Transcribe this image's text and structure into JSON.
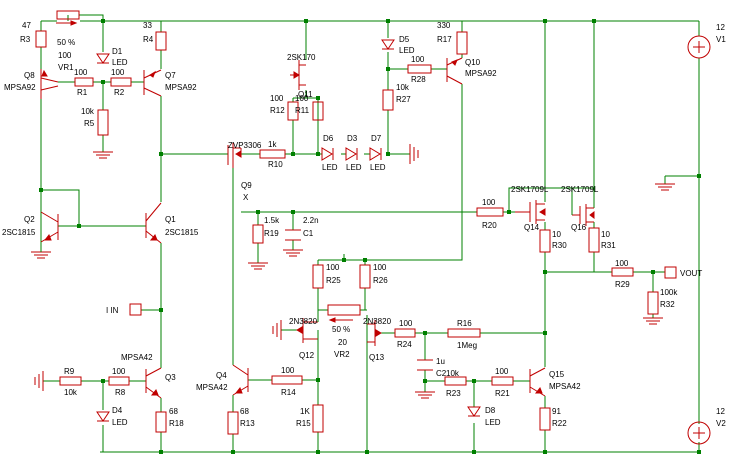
{
  "labels": {
    "r3v": "47",
    "r3": "R3",
    "vr1pct": "50 %",
    "vr1v": "100",
    "vr1": "VR1",
    "d1": "D1",
    "d1t": "LED",
    "r4v": "33",
    "r4": "R4",
    "q8": "Q8",
    "q8t": "MPSA92",
    "r1v": "100",
    "r1": "R1",
    "r2v": "100",
    "r2": "R2",
    "q7": "Q7",
    "q7t": "MPSA92",
    "r5v": "10k",
    "r5": "R5",
    "jfet": "2SK170",
    "q11": "Q11",
    "r12v": "100",
    "r12": "R12",
    "r11v": "100",
    "r11": "R11",
    "d5": "D5",
    "d5t": "LED",
    "r17v": "330",
    "r17": "R17",
    "q10": "Q10",
    "q10t": "MPSA92",
    "r28v": "100",
    "r28": "R28",
    "r27v": "10k",
    "r27": "R27",
    "d6": "D6",
    "d3": "D3",
    "d7": "D7",
    "led6": "LED",
    "led3": "LED",
    "led7": "LED",
    "zvp": "ZVP3306",
    "r10v": "1k",
    "r10": "R10",
    "q9": "Q9",
    "q9x": "X",
    "q2": "Q2",
    "q2t": "2SC1815",
    "q1": "Q1",
    "q1t": "2SC1815",
    "r19v": "1.5k",
    "r19": "R19",
    "c1v": "2.2n",
    "c1": "C1",
    "r20v": "100",
    "r20": "R20",
    "q14t": "2SK1709L",
    "q14": "Q14",
    "q16t": "2SK1709L",
    "q16": "Q16",
    "r30v": "10",
    "r30": "R30",
    "r31v": "10",
    "r31": "R31",
    "r29v": "100",
    "r29": "R29",
    "vout": "VOUT",
    "r32v": "100k",
    "r32": "R32",
    "r25v": "100",
    "r25": "R25",
    "r26v": "100",
    "r26": "R26",
    "iin": "I IN",
    "q12t": "2N3820",
    "q12": "Q12",
    "vr2pct": "50 %",
    "vr2v": "20",
    "vr2": "VR2",
    "q13t": "2N3820",
    "q13": "Q13",
    "r24v": "100",
    "r24": "R24",
    "r16v": "R16",
    "r16": "1Meg",
    "c2v": "1u",
    "c2": "C2",
    "r23v": "10k",
    "r23": "R23",
    "r21v": "100",
    "r21": "R21",
    "q15": "Q15",
    "q15t": "MPSA42",
    "r22v": "91",
    "r22": "R22",
    "d8": "D8",
    "d8t": "LED",
    "r9": "R9",
    "r9v": "10k",
    "r8v": "100",
    "r8": "R8",
    "q3t": "MPSA42",
    "q3": "Q3",
    "d4": "D4",
    "d4t": "LED",
    "r18v": "68",
    "r18": "R18",
    "q4": "Q4",
    "q4t": "MPSA42",
    "r14v": "100",
    "r14": "R14",
    "r13v": "68",
    "r13": "R13",
    "r15v": "1K",
    "r15": "R15",
    "v1v": "12",
    "v1": "V1",
    "v2v": "12",
    "v2": "V2"
  }
}
